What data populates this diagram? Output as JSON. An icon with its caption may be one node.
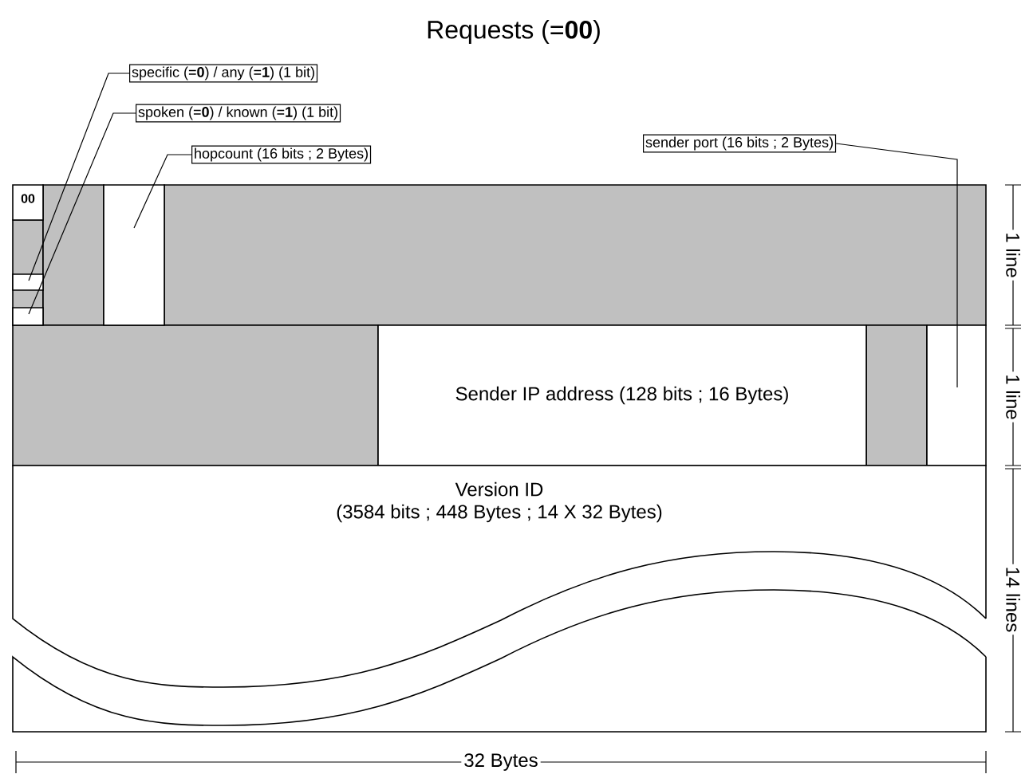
{
  "diagram": {
    "title": "Requests (=**00**)",
    "nodes": [
      {
        "text": [
          "00"
        ]
      },
      {
        "text": [
          "specific (=**0**) / any (=**1**) (1 bit)"
        ]
      },
      {
        "text": [
          "spoken (=**0**) / known (=**1**) (1 bit)"
        ]
      },
      {
        "text": [
          "hopcount (16 bits ; 2 Bytes)"
        ]
      },
      {
        "text": [
          "sender port (16 bits ; 2 Bytes)"
        ]
      },
      {
        "text": [],
        "shape": "box"
      },
      {
        "text": [],
        "shape": "box"
      },
      {
        "text": [],
        "shape": "box"
      },
      {
        "text": [
          "Sender IP address  (128 bits ; 16 Bytes)"
        ]
      },
      {
        "text": [],
        "shape": "box"
      },
      {
        "text": [
          "Version ID",
          "(3584 bits ; 448 Bytes ; 14 X 32 Bytes)"
        ]
      }
    ],
    "edges": [
      {
        "from": 1,
        "to": 5,
        "arrow": "none"
      },
      {
        "from": 2,
        "to": 6,
        "arrow": "none"
      },
      {
        "from": 3,
        "to": 7,
        "arrow": "none"
      },
      {
        "from": 4,
        "to": 9,
        "arrow": "none"
      }
    ],
    "labels": [
      "1 line",
      "1 line",
      "14 lines",
      "32 Bytes"
    ]
  }
}
